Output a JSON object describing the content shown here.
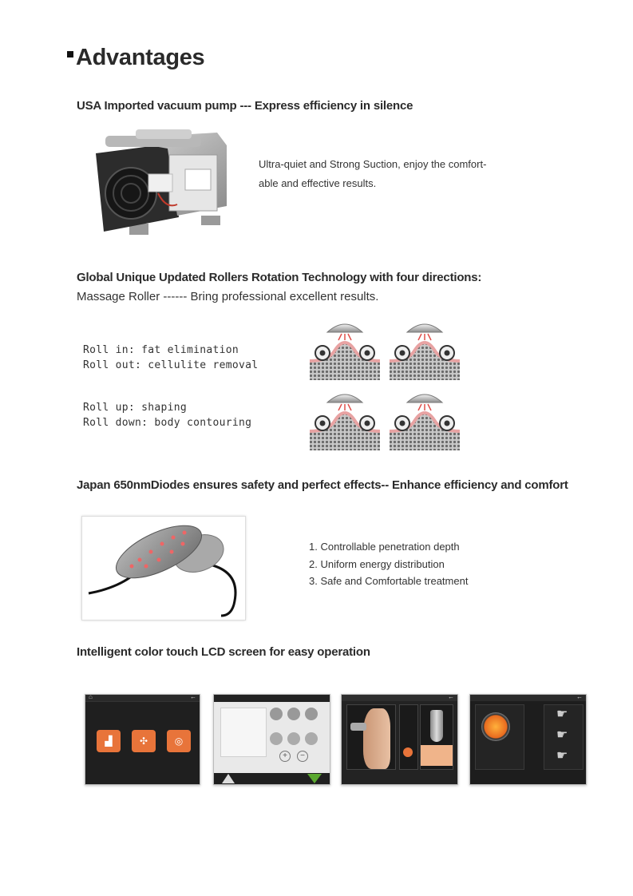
{
  "title": "Advantages",
  "section1": {
    "heading": "USA Imported vacuum pump --- Express efficiency in silence",
    "description_line1": "Ultra-quiet and Strong Suction, enjoy the comfort-",
    "description_line2": "able and effective results."
  },
  "section2": {
    "heading": "Global Unique Updated Rollers Rotation Technology with four directions:",
    "subheading": "Massage Roller ------ Bring professional excellent results.",
    "roll_in": "Roll in: fat elimination",
    "roll_out": "Roll out: cellulite removal",
    "roll_up": "Roll up: shaping",
    "roll_down": "Roll down: body contouring"
  },
  "section3": {
    "heading": "Japan 650nmDiodes ensures safety and perfect effects-- Enhance efficiency and comfort",
    "features": [
      "1. Controllable penetration depth",
      "2. Uniform energy distribution",
      "3. Safe and Comfortable treatment"
    ]
  },
  "section4": {
    "heading": "Intelligent color touch LCD screen for easy operation"
  },
  "colors": {
    "accent_orange": "#e8743a",
    "screen_dark": "#1e1e1e",
    "tissue_pink": "#e8a3a3"
  }
}
